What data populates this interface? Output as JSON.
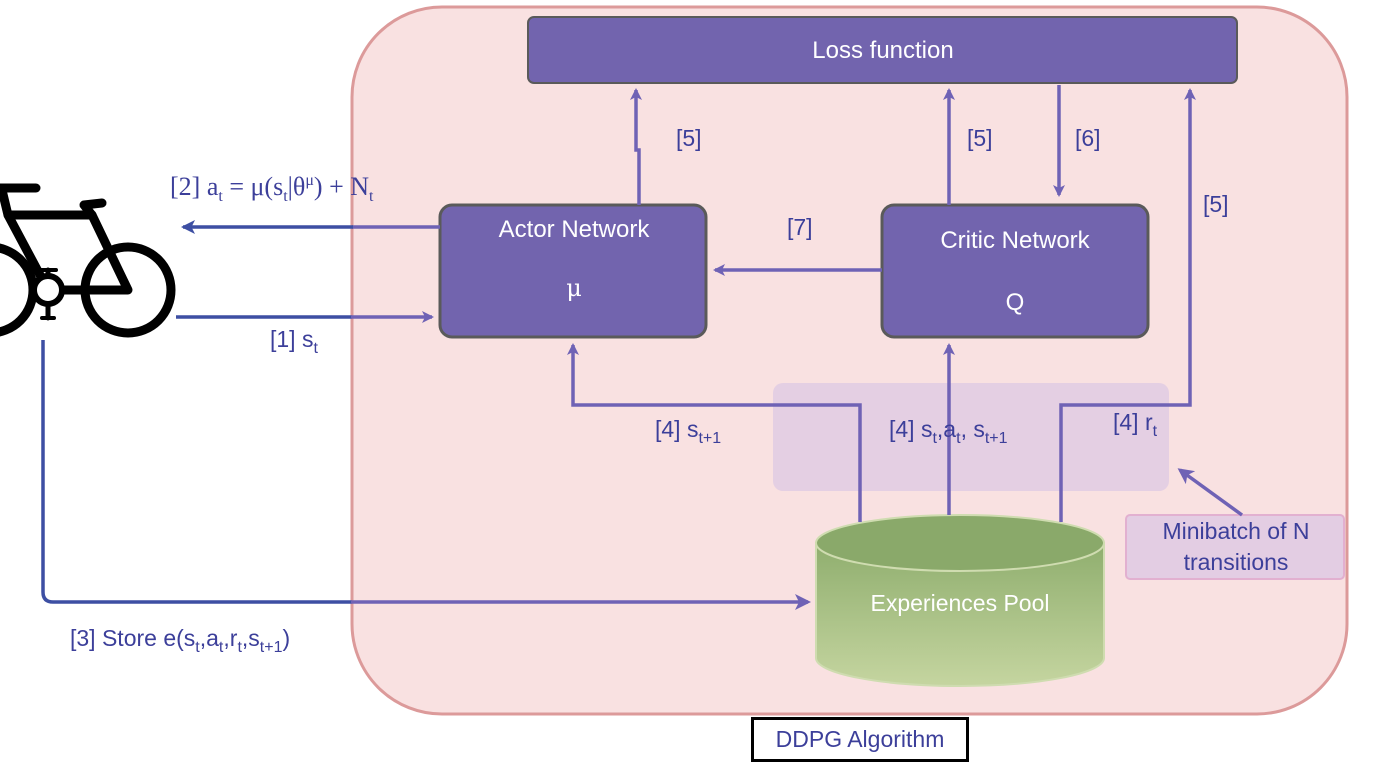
{
  "boxes": {
    "loss": "Loss function",
    "actor_title": "Actor Network",
    "actor_symbol": "μ",
    "critic_title": "Critic Network",
    "critic_symbol": "Q",
    "pool": "Experiences Pool",
    "minibatch_line1": "Minibatch of N",
    "minibatch_line2": "transitions"
  },
  "labels": {
    "action": {
      "pre": "[2] a",
      "sub_t": "t",
      "eq": " = μ(s",
      "pipe": "|θ",
      "sup": "μ",
      "close": ") + N",
      "sub_n": "t"
    },
    "state": {
      "pre": "[1] s",
      "sub": "t"
    },
    "store": {
      "pre": "[3] Store e(s",
      "s1": "t",
      "c1": ",a",
      "s2": "t",
      "c2": ",r",
      "s3": "t",
      "c3": ",s",
      "s4": "t+1",
      "end": ")"
    },
    "step5a": "[5]",
    "step5b": "[5]",
    "step5c": "[5]",
    "step6": "[6]",
    "step7": "[7]",
    "step4a": {
      "pre": "[4] s",
      "sub": "t+1"
    },
    "step4b": {
      "pre": "[4] s",
      "s1": "t",
      "mid": ",a",
      "s2": "t",
      "c": ", s",
      "s3": "t+1"
    },
    "step4c": {
      "pre": "[4] r",
      "sub": "t"
    }
  },
  "caption": "DDPG Algorithm",
  "colors": {
    "container_fill": "#f9e1e1",
    "container_stroke": "#dc9a9a",
    "box_fill": "#7264ae",
    "box_stroke": "#5a5a5a",
    "arrow": "#6f62b5",
    "env_arrow": "#3d4fa3",
    "minibatch_fill": "#e3cde3",
    "pool_top": "#8fae6e",
    "pool_bottom": "#c5d5a0"
  },
  "icons": {
    "environment": "bicycle-icon"
  }
}
